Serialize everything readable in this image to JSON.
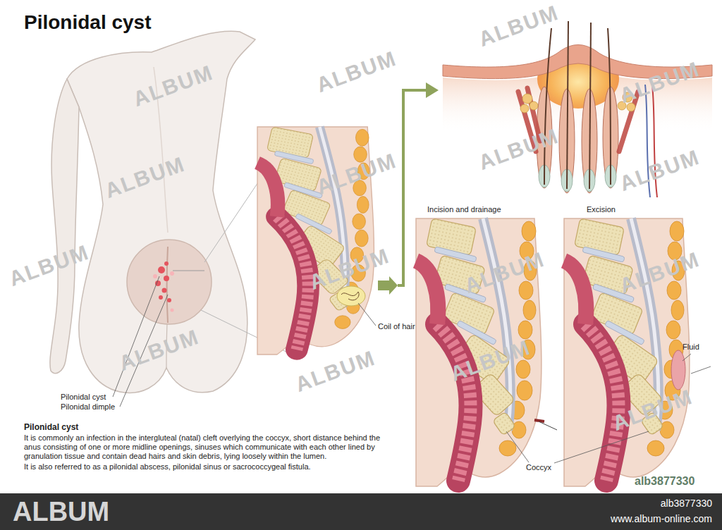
{
  "diagram": {
    "title": "Pilonidal cyst",
    "labels": [
      "Pilonidal cyst",
      "Pilonidal dimple",
      "Coil of hair",
      "Incision and drainage",
      "Excision",
      "Fluid",
      "Coccyx",
      "Pilonidal cyst",
      "It is commonly an infection in the intergluteal (natal) cleft overlying the coccyx, short distance behind the anus consisting of one or more midline openings, sinuses which communicate with each other lined by granulation tissue and contain dead hairs and skin debris, lying loosely within the lumen.",
      "It is also referred to as a pilonidal abscess, pilonidal sinus or sacrococcygeal fistula.",
      "alb3877330",
      "ALBUM",
      "alb3877330",
      "www.album-online.com",
      "ALBUM",
      "ALBUM",
      "ALBUM",
      "ALBUM",
      "ALBUM",
      "ALBUM",
      "ALBUM",
      "ALBUM",
      "ALBUM",
      "ALBUM",
      "ALBUM",
      "ALBUM",
      "ALBUM",
      "ALBUM",
      "ALBUM",
      "ALBUM"
    ]
  }
}
